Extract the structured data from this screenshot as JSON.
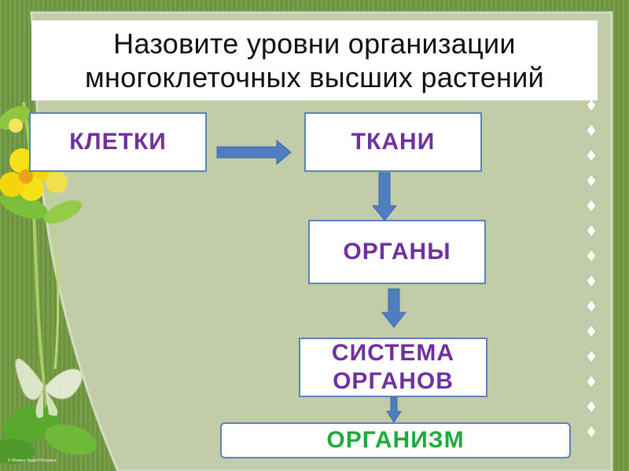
{
  "slide": {
    "title_line1": "Назовите уровни организации",
    "title_line2": "многоклеточных высших растений",
    "copyright": "© Фокина Лидия Петровна"
  },
  "diagram": {
    "nodes": {
      "cells": "КЛЕТКИ",
      "tissues": "ТКАНИ",
      "organs": "ОРГАНЫ",
      "organ_system_line1": "СИСТЕМА",
      "organ_system_line2": "ОРГАНОВ",
      "organism": "ОРГАНИЗМ"
    },
    "edges": [
      {
        "from": "cells",
        "to": "tissues"
      },
      {
        "from": "tissues",
        "to": "organs"
      },
      {
        "from": "organs",
        "to": "organ_system"
      },
      {
        "from": "organ_system",
        "to": "organism"
      }
    ]
  },
  "colors": {
    "background_green": "#6e9442",
    "panel_beige": "#c3cca8",
    "node_border": "#5b83b8",
    "arrow_fill": "#4f7ec0",
    "label_purple": "#7030a0",
    "label_green": "#1faa3f"
  },
  "icons": [
    "butterfly-icon",
    "flower-icon",
    "leaf-icon",
    "diamond-chain-icon"
  ]
}
